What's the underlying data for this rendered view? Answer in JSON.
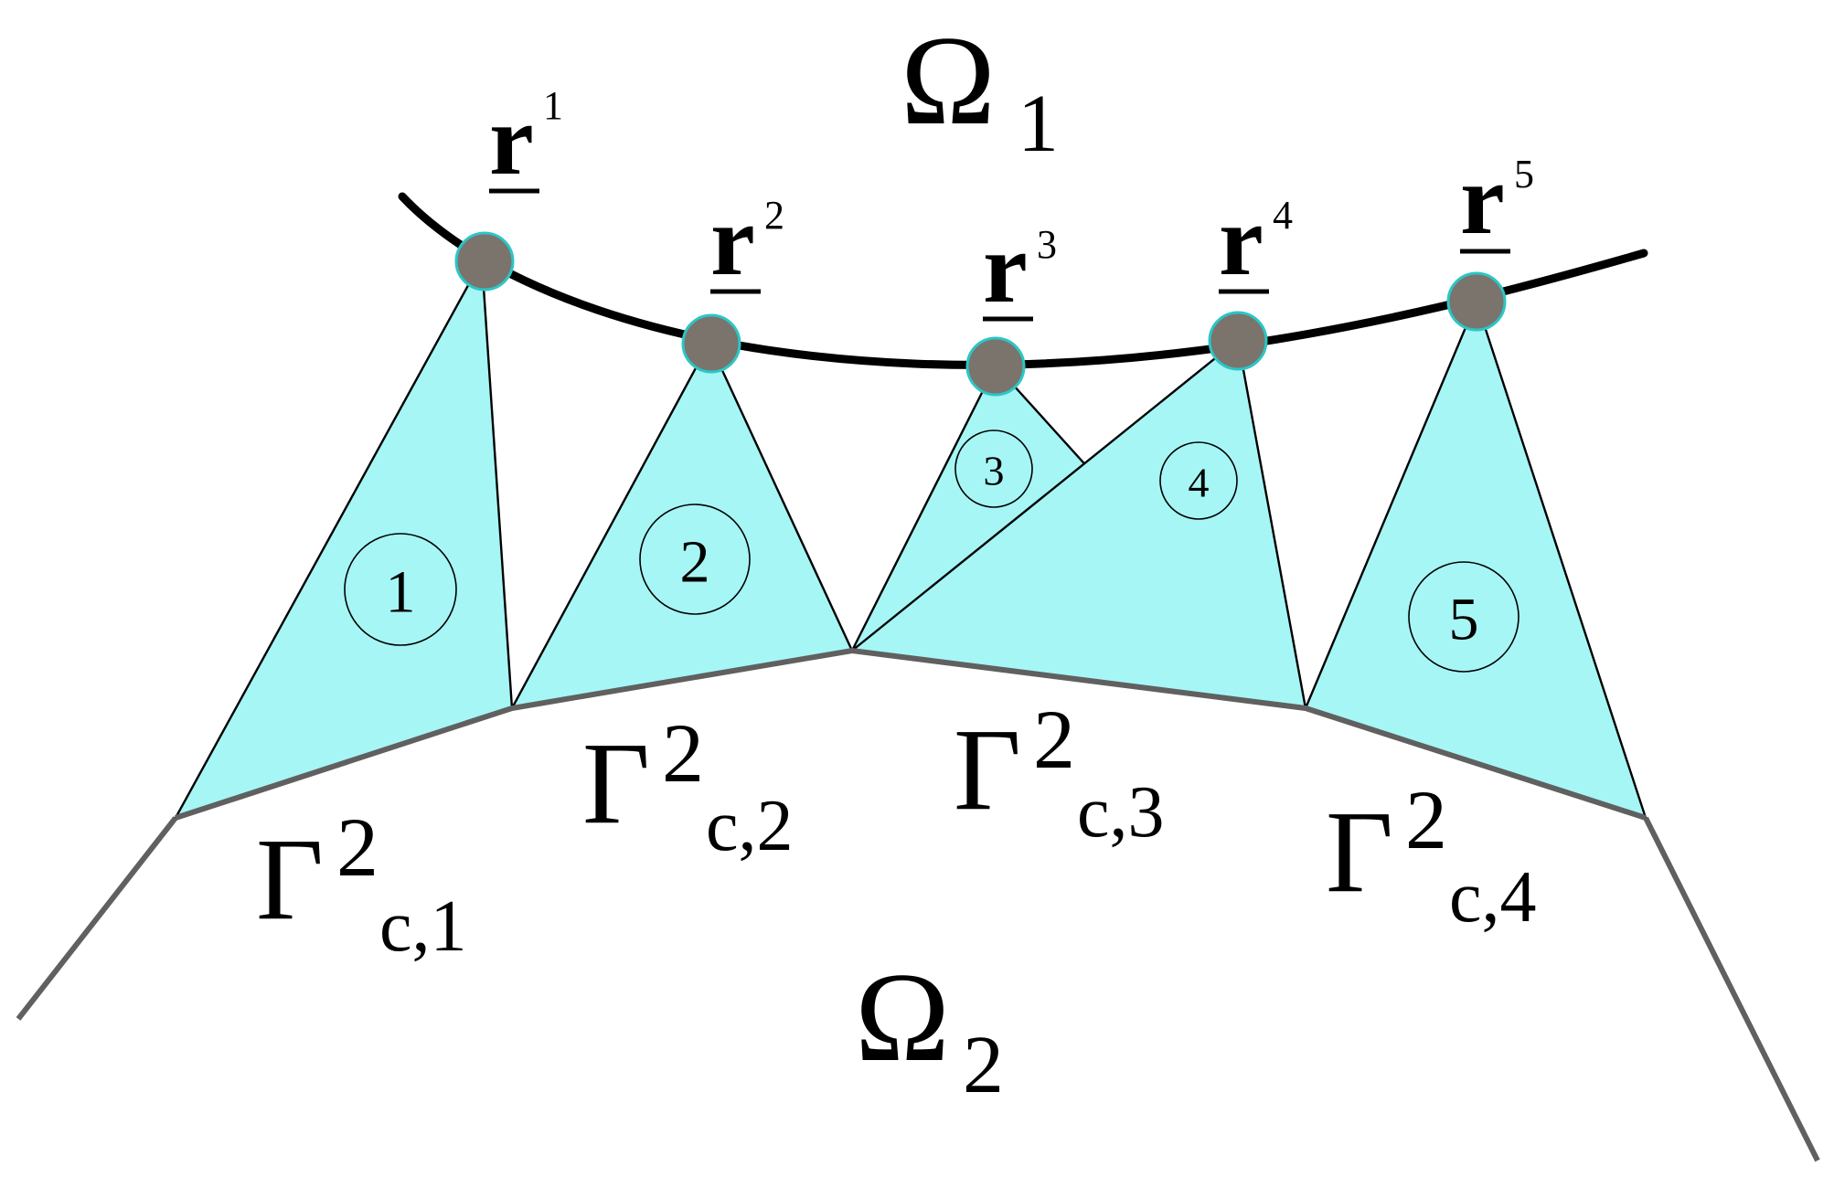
{
  "domains": {
    "upper": {
      "symbol": "Ω",
      "subscript": "1"
    },
    "lower": {
      "symbol": "Ω",
      "subscript": "2"
    }
  },
  "points": [
    {
      "symbol": "r",
      "superscript": "1"
    },
    {
      "symbol": "r",
      "superscript": "2"
    },
    {
      "symbol": "r",
      "superscript": "3"
    },
    {
      "symbol": "r",
      "superscript": "4"
    },
    {
      "symbol": "r",
      "superscript": "5"
    }
  ],
  "triangles": [
    {
      "label": "1"
    },
    {
      "label": "2"
    },
    {
      "label": "3"
    },
    {
      "label": "4"
    },
    {
      "label": "5"
    }
  ],
  "boundary_segments": [
    {
      "symbol": "Γ",
      "superscript": "2",
      "subscript": "c,1"
    },
    {
      "symbol": "Γ",
      "superscript": "2",
      "subscript": "c,2"
    },
    {
      "symbol": "Γ",
      "superscript": "2",
      "subscript": "c,3"
    },
    {
      "symbol": "Γ",
      "superscript": "2",
      "subscript": "c,4"
    }
  ],
  "colors": {
    "triangle_fill": "#a6f6f6",
    "node_fill": "#7a746c",
    "node_outline": "#2cc6c6",
    "boundary_line": "#606060",
    "interface_line": "#000000"
  }
}
